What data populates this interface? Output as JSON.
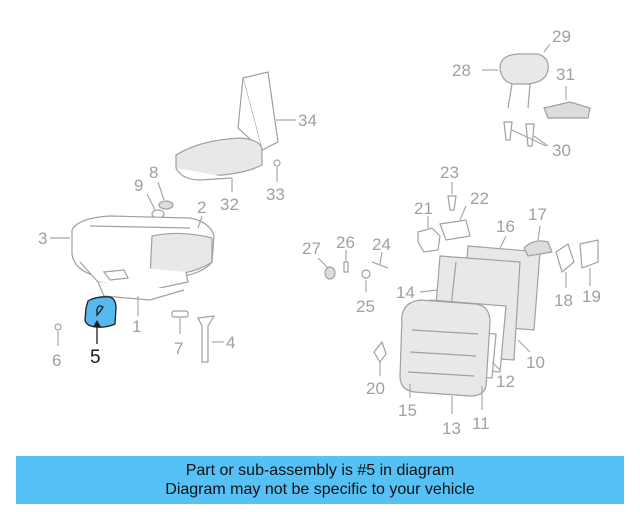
{
  "diagram": {
    "highlighted_part": "5",
    "callouts": [
      {
        "id": "1",
        "text": "1"
      },
      {
        "id": "2",
        "text": "2"
      },
      {
        "id": "3",
        "text": "3"
      },
      {
        "id": "4",
        "text": "4"
      },
      {
        "id": "5",
        "text": "5"
      },
      {
        "id": "6",
        "text": "6"
      },
      {
        "id": "7",
        "text": "7"
      },
      {
        "id": "8",
        "text": "8"
      },
      {
        "id": "9",
        "text": "9"
      },
      {
        "id": "10",
        "text": "10"
      },
      {
        "id": "11",
        "text": "11"
      },
      {
        "id": "12",
        "text": "12"
      },
      {
        "id": "13",
        "text": "13"
      },
      {
        "id": "14",
        "text": "14"
      },
      {
        "id": "15",
        "text": "15"
      },
      {
        "id": "16",
        "text": "16"
      },
      {
        "id": "17",
        "text": "17"
      },
      {
        "id": "18",
        "text": "18"
      },
      {
        "id": "19",
        "text": "19"
      },
      {
        "id": "20",
        "text": "20"
      },
      {
        "id": "21",
        "text": "21"
      },
      {
        "id": "22",
        "text": "22"
      },
      {
        "id": "23",
        "text": "23"
      },
      {
        "id": "24",
        "text": "24"
      },
      {
        "id": "25",
        "text": "25"
      },
      {
        "id": "26",
        "text": "26"
      },
      {
        "id": "27",
        "text": "27"
      },
      {
        "id": "28",
        "text": "28"
      },
      {
        "id": "29",
        "text": "29"
      },
      {
        "id": "30",
        "text": "30"
      },
      {
        "id": "31",
        "text": "31"
      },
      {
        "id": "32",
        "text": "32"
      },
      {
        "id": "33",
        "text": "33"
      },
      {
        "id": "34",
        "text": "34"
      }
    ]
  },
  "banner": {
    "line1": "Part or sub-assembly is #5 in diagram",
    "line2": "Diagram may not be specific to your vehicle",
    "background": "#56c1f5"
  },
  "colors": {
    "highlight": "#56b8ee",
    "line_art": "#a0a0a0"
  }
}
